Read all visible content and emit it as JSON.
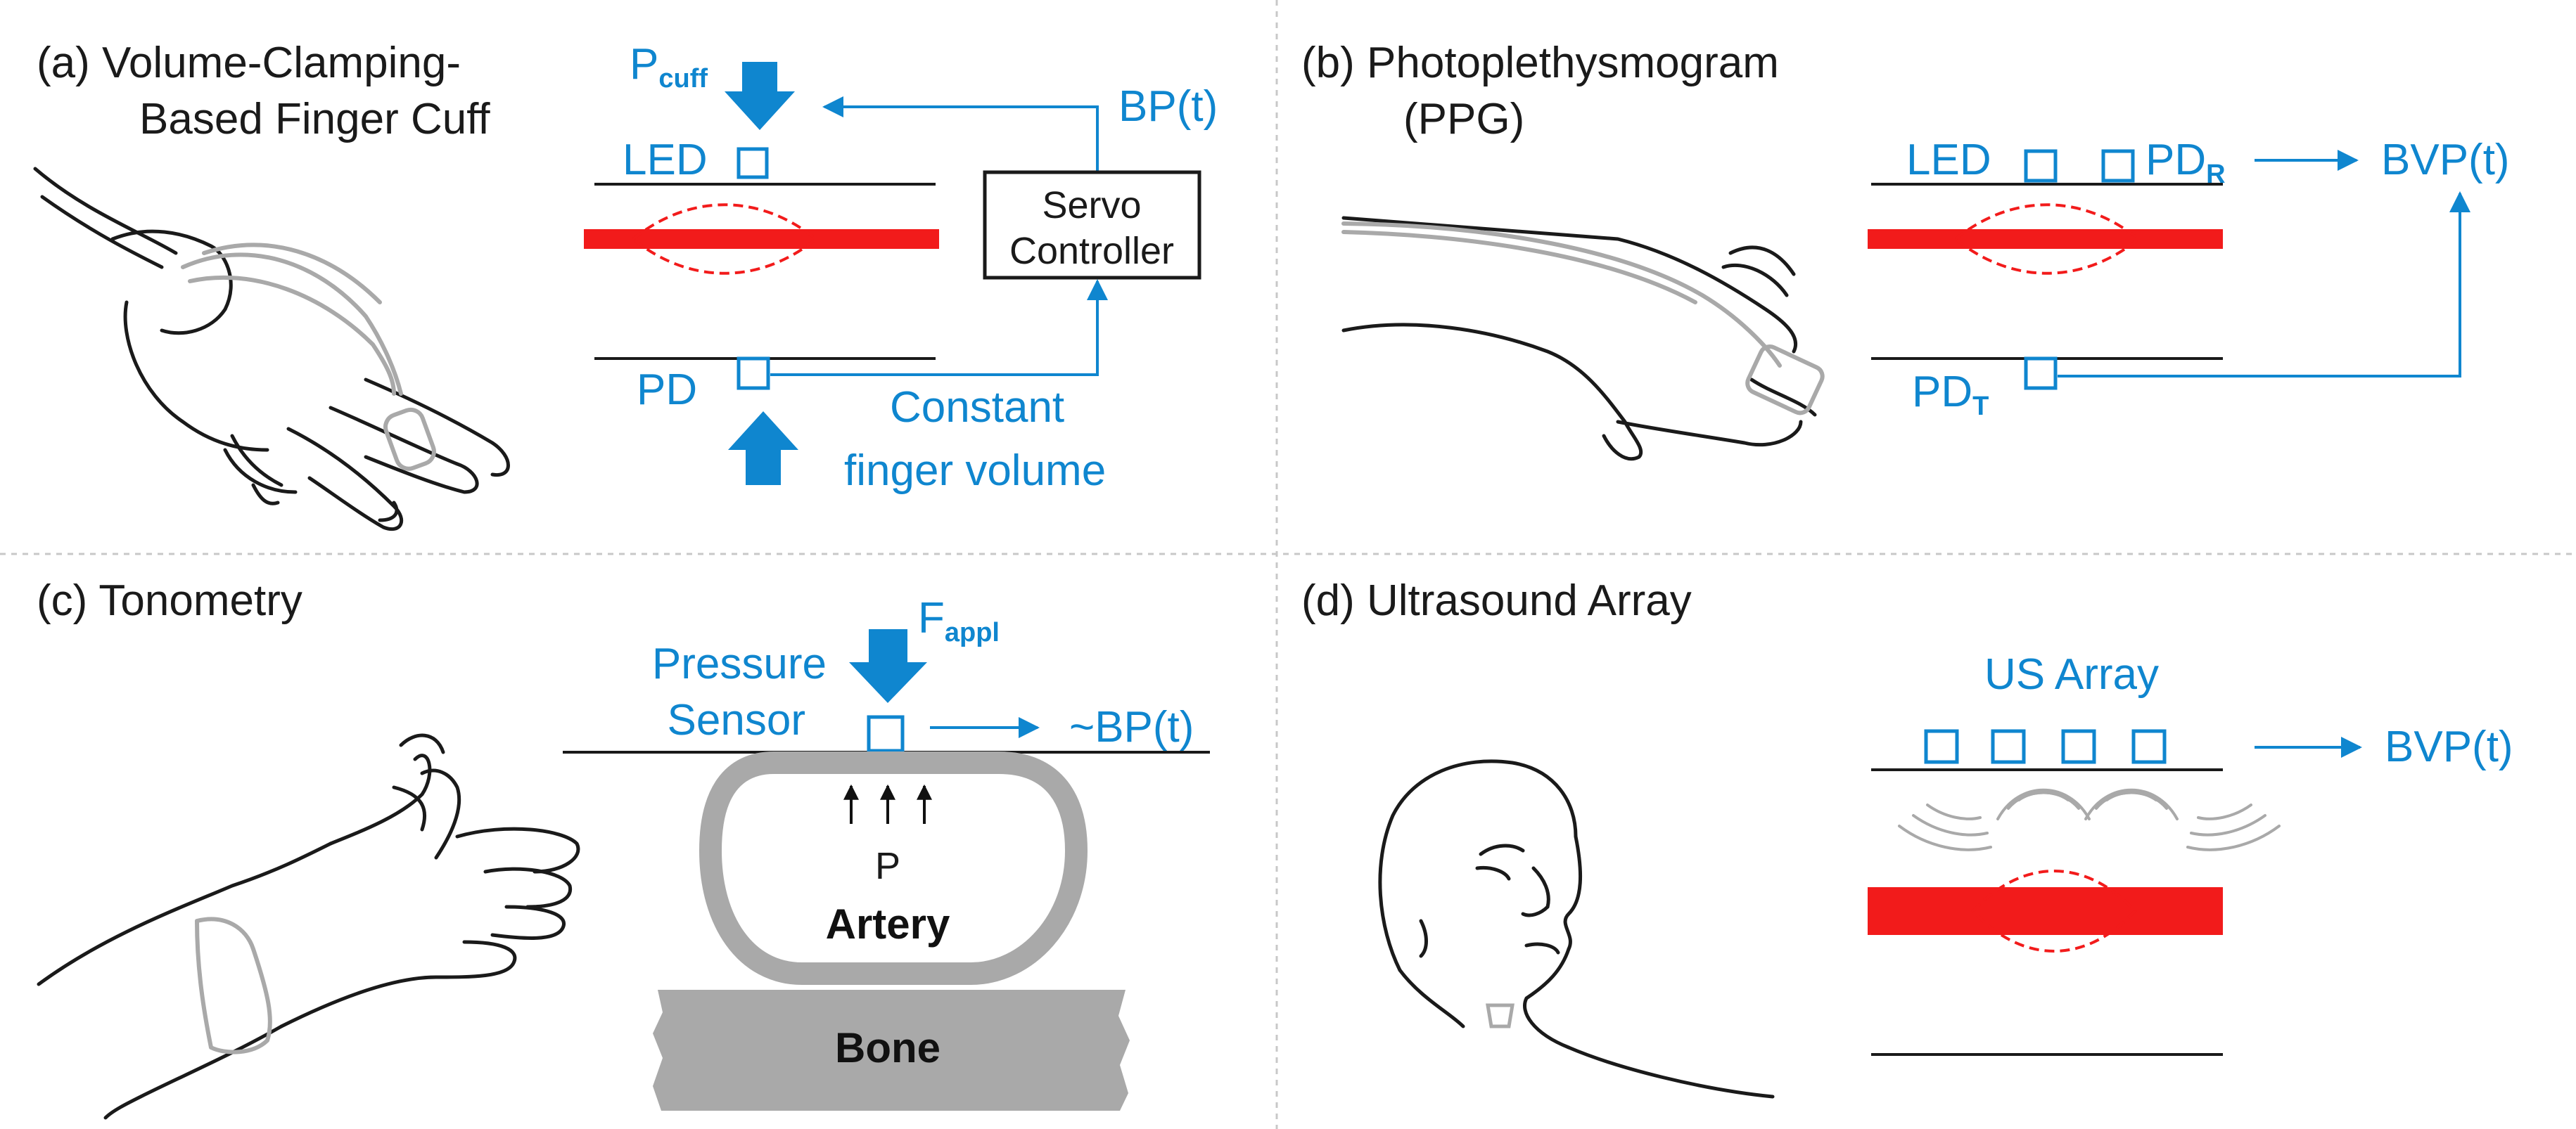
{
  "colors": {
    "accent_blue": "#0f86cf",
    "artery_red": "#f21b1b",
    "tissue_gray": "#a9a9a9",
    "divider_gray": "#c8c8c8",
    "outline": "#1a1a1a"
  },
  "panel_a": {
    "label_line1": "(a)  Volume-Clamping-",
    "label_line2": "Based Finger Cuff",
    "pcuff_main": "P",
    "pcuff_sub": "cuff",
    "led": "LED",
    "bp": "BP(t)",
    "servo_line1": "Servo",
    "servo_line2": "Controller",
    "pd": "PD",
    "constant_line1": "Constant",
    "constant_line2": "finger volume"
  },
  "panel_b": {
    "label_line1": "(b)  Photoplethysmogram",
    "label_line2": "(PPG)",
    "led": "LED",
    "pdr_main": "PD",
    "pdr_sub": "R",
    "bvp": "BVP(t)",
    "pdt_main": "PD",
    "pdt_sub": "T"
  },
  "panel_c": {
    "label": "(c)  Tonometry",
    "fappl_main": "F",
    "fappl_sub": "appl",
    "pressure_line1": "Pressure",
    "pressure_line2": "Sensor",
    "bp": "~BP(t)",
    "p_label": "P",
    "artery": "Artery",
    "bone": "Bone"
  },
  "panel_d": {
    "label": "(d)  Ultrasound Array",
    "us_array": "US Array",
    "bvp": "BVP(t)"
  }
}
